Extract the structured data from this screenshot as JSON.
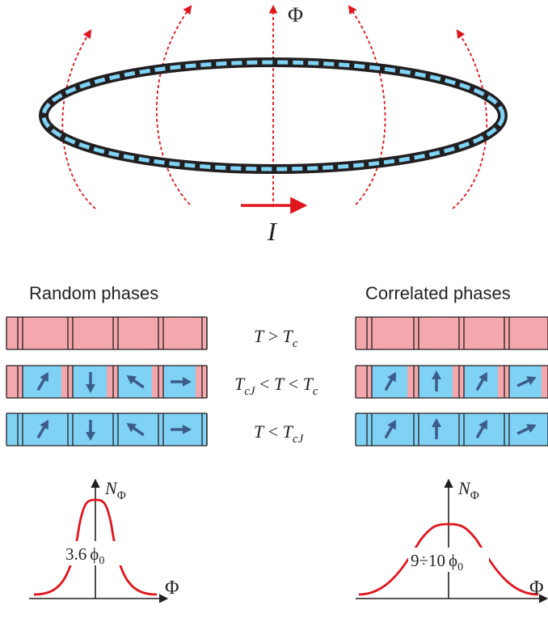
{
  "ring": {
    "flux_symbol": "Φ",
    "current_symbol": "I",
    "colors": {
      "ring_dark": "#231f20",
      "ring_light": "#7fd3f5",
      "field": "#e0161f"
    }
  },
  "left_panel": {
    "title": "Random phases",
    "arrow_dirs_middle": [
      "ne",
      "down",
      "nw",
      "right"
    ],
    "arrow_dirs_bottom": [
      "ne",
      "down",
      "nw",
      "right"
    ],
    "distribution": {
      "y_label": "N",
      "y_sub": "Φ",
      "x_label": "Φ",
      "width_value": "3.6",
      "width_unit": "ϕ",
      "width_sub": "0"
    }
  },
  "right_panel": {
    "title": "Correlated phases",
    "arrow_dirs_middle": [
      "ne",
      "up",
      "ne",
      "ene"
    ],
    "arrow_dirs_bottom": [
      "ne",
      "up",
      "ne",
      "ene"
    ],
    "distribution": {
      "y_label": "N",
      "y_sub": "Φ",
      "x_label": "Φ",
      "width_value": "9÷10",
      "width_unit": "ϕ",
      "width_sub": "0"
    }
  },
  "conditions": [
    {
      "a": "T",
      "a_sub": "",
      "op1": " > ",
      "b": "T",
      "b_sub": "c",
      "op2": "",
      "c": "",
      "c_sub": ""
    },
    {
      "a": "T",
      "a_sub": "cJ",
      "op1": " < ",
      "b": "T",
      "b_sub": "",
      "op2": " < ",
      "c": "T",
      "c_sub": "c"
    },
    {
      "a": "T",
      "a_sub": "",
      "op1": " < ",
      "b": "T",
      "b_sub": "cJ",
      "op2": "",
      "c": "",
      "c_sub": ""
    }
  ],
  "colors": {
    "pink": "#f4a7ac",
    "blue": "#80d2f4",
    "arrow": "#3c5c8c",
    "curve": "#e0161f"
  }
}
